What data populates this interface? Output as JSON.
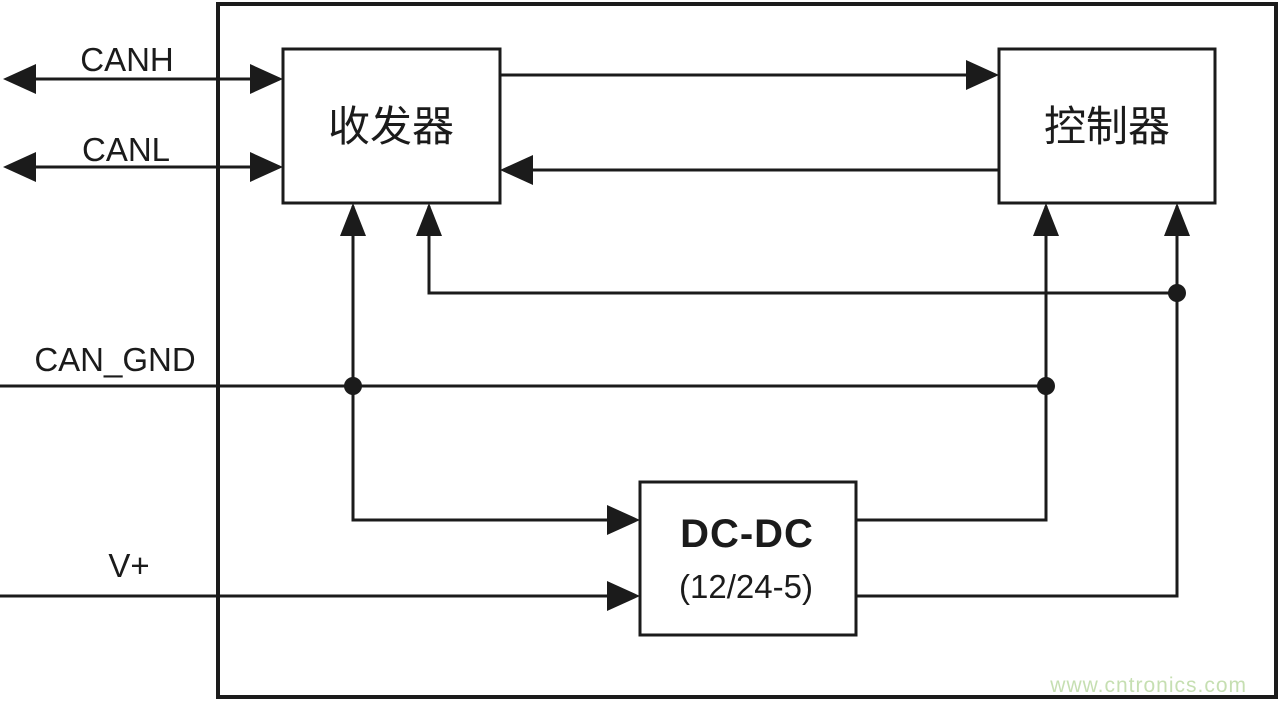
{
  "diagram_type": "CAN bus node block diagram",
  "labels": {
    "canh": "CANH",
    "canl": "CANL",
    "can_gnd": "CAN_GND",
    "v_plus": "V+"
  },
  "blocks": {
    "transceiver": {
      "label": "收发器"
    },
    "controller": {
      "label": "控制器"
    },
    "dcdc": {
      "line1": "DC-DC",
      "line2": "(12/24-5)"
    }
  },
  "connections": [
    {
      "signal": "CANH",
      "between": [
        "external-bus",
        "transceiver"
      ],
      "direction": "bidirectional"
    },
    {
      "signal": "CANL",
      "between": [
        "external-bus",
        "transceiver"
      ],
      "direction": "bidirectional"
    },
    {
      "from": "transceiver",
      "to": "controller",
      "direction": "one-way"
    },
    {
      "from": "controller",
      "to": "transceiver",
      "direction": "one-way"
    },
    {
      "signal": "CAN_GND",
      "to": [
        "transceiver",
        "dcdc"
      ],
      "junction_dots": 2
    },
    {
      "signal": "V+",
      "to": [
        "dcdc"
      ]
    },
    {
      "from": "dcdc",
      "to": "controller",
      "via": "upper output joined to CAN_GND line"
    },
    {
      "from": "dcdc",
      "to": [
        "transceiver",
        "controller"
      ],
      "via": "lower output with junction dot"
    }
  ],
  "watermark": {
    "text": "www.cntronics.com",
    "color": "#c6dfb2"
  },
  "colors": {
    "line": "#1b1b1b",
    "background": "#ffffff"
  }
}
